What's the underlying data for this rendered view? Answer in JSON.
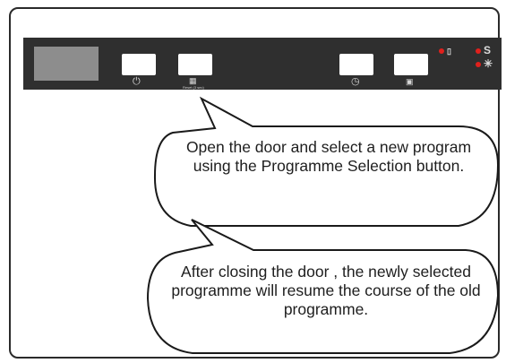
{
  "panel": {
    "buttons": [
      {
        "name": "power-button",
        "icon": "power-icon"
      },
      {
        "name": "program-selection-button",
        "icon": "program-grid-icon",
        "sublabel": "Reset (3 sec)"
      },
      {
        "name": "delay-timer-button",
        "icon": "clock-icon"
      },
      {
        "name": "half-load-button",
        "icon": "half-load-icon"
      }
    ],
    "indicators": [
      "salt-indicator",
      "rinse-aid-indicator",
      "water-indicator"
    ],
    "colors": {
      "panel": "#2f2f2f",
      "display": "#8d8d8d",
      "led": "#e0201c"
    }
  },
  "callout_1": {
    "text": "Open the door and select a new program using the Programme Selection button."
  },
  "callout_2": {
    "text": "After closing the door , the newly selected programme will resume the course of the old programme."
  }
}
